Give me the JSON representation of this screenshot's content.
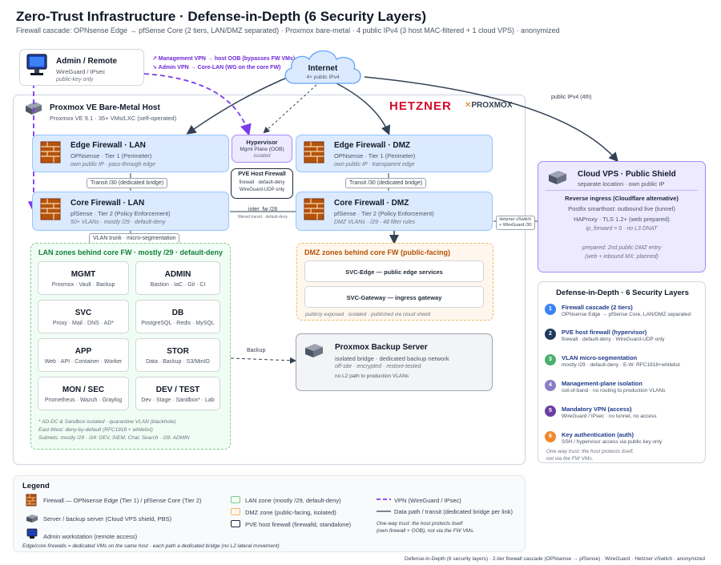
{
  "header": {
    "title": "Zero-Trust Infrastructure · Defense-in-Depth (6 Security Layers)",
    "subtitle": "Firewall cascade: OPNsense Edge → pfSense Core (2 tiers, LAN/DMZ separated) · Proxmox bare-metal · 4 public IPv4 (3 host MAC-filtered + 1 cloud VPS) · anonymized"
  },
  "admin": {
    "title": "Admin / Remote",
    "sub": "WireGuard / IPsec",
    "note": "public-key only"
  },
  "vpn_notes": {
    "line1": "↗ Management VPN → host OOB (bypasses FW VMs)",
    "line2": "↘ Admin VPN → Core-LAN (WG on the core FW)"
  },
  "internet": {
    "title": "Internet",
    "sub": "4× public IPv4"
  },
  "host": {
    "title": "Proxmox VE Bare-Metal Host",
    "sub": "Proxmox VE 9.1 · 35+ VMs/LXC (self-operated)",
    "logo_hetzner": "HETZNER",
    "logo_proxmox": "PROXMOX"
  },
  "edge_lan": {
    "title": "Edge Firewall · LAN",
    "sub": "OPNsense · Tier 1 (Perimeter)",
    "note": "own public IP · pass-through edge"
  },
  "edge_dmz": {
    "title": "Edge Firewall · DMZ",
    "sub": "OPNsense · Tier 1 (Perimeter)",
    "note": "own public IP · transparent edge"
  },
  "hypervisor": {
    "title": "Hypervisor",
    "sub": "Mgmt Plane (OOB)",
    "note": "isolated"
  },
  "pve_fw": {
    "title": "PVE Host Firewall",
    "line1": "firewall · default-deny",
    "line2": "WireGuard-UDP only"
  },
  "core_lan": {
    "title": "Core Firewall · LAN",
    "sub": "pfSense · Tier 2 (Policy Enforcement)",
    "note": "50+ VLANs · mostly /29 · default-deny"
  },
  "core_dmz": {
    "title": "Core Firewall · DMZ",
    "sub": "pfSense · Tier 2 (Policy Enforcement)",
    "note": "DMZ VLANs · /29 · 48 filter rules"
  },
  "labels": {
    "transit_lan": "Transit /30 (dedicated bridge)",
    "transit_dmz": "Transit /30 (dedicated bridge)",
    "inter_fw": "inter_fw /28",
    "inter_fw_sub": "filtered transit · default-deny",
    "vlan_trunk": "VLAN trunk · micro-segmentation",
    "vswitch1": "Hetzner vSwitch",
    "vswitch2": "+ WireGuard /30",
    "public_ipv4": "public IPv4 (4th)",
    "backup": "Backup"
  },
  "lan_zones": {
    "title": "LAN zones behind core FW · mostly /29 · default-deny",
    "zones": [
      {
        "name": "MGMT",
        "desc": "Proxmox · Vault · Backup"
      },
      {
        "name": "ADMIN",
        "desc": "Bastion · IaC · Git · CI"
      },
      {
        "name": "SVC",
        "desc": "Proxy · Mail · DNS · AD*"
      },
      {
        "name": "DB",
        "desc": "PostgreSQL · Redis · MySQL"
      },
      {
        "name": "APP",
        "desc": "Web · API · Container · Worker"
      },
      {
        "name": "STOR",
        "desc": "Data · Backup · S3/MinIO"
      },
      {
        "name": "MON / SEC",
        "desc": "Prometheus · Wazuh · Graylog"
      },
      {
        "name": "DEV / TEST",
        "desc": "Dev · Stage · Sandbox* · Lab"
      }
    ],
    "foot1": "* AD-DC & Sandbox isolated · quarantine VLAN (blackhole)",
    "foot2": "East-West: deny-by-default (RFC1918 + whitelist)",
    "foot3": "Subnets: mostly /29 · /24: DEV, SIEM, Chat, Search · /28: ADMIN"
  },
  "dmz_zones": {
    "title": "DMZ zones behind core FW (public-facing)",
    "zones": [
      "SVC-Edge — public edge services",
      "SVC-Gateway — ingress gateway"
    ],
    "foot": "publicly exposed · isolated · published via cloud shield"
  },
  "pbs": {
    "title": "Proxmox Backup Server",
    "sub": "isolated bridge · dedicated backup network",
    "note": "off-site · encrypted · restore-tested",
    "line": "no L2 path to production VLANs"
  },
  "cloud": {
    "title": "Cloud VPS · Public Shield",
    "sub": "separate location · own public IP",
    "heading": "Reverse ingress (Cloudflare alternative)",
    "line1": "Postfix smarthost: outbound live (tunnel)",
    "line2": "HAProxy · TLS 1.2+ (web prepared)",
    "line3": "ip_forward = 0 · no L3 DNAT",
    "note1": "prepared: 2nd public DMZ entry",
    "note2": "(web + inbound MX: planned)"
  },
  "layers": {
    "title": "Defense-in-Depth · 6 Security Layers",
    "items": [
      {
        "n": "1",
        "t": "Firewall cascade (2 tiers)",
        "d": "OPNsense Edge → pfSense Core, LAN/DMZ separated",
        "color": "#3b82f6"
      },
      {
        "n": "2",
        "t": "PVE host firewall (hypervisor)",
        "d": "firewall · default-deny · WireGuard-UDP only",
        "color": "#1e3a5f"
      },
      {
        "n": "3",
        "t": "VLAN micro-segmentation",
        "d": "mostly /29 · default-deny · E-W: RFC1918+whitelist",
        "color": "#4caf6e"
      },
      {
        "n": "4",
        "t": "Management-plane isolation",
        "d": "out-of-band · no routing to production VLANs",
        "color": "#8b7ec8"
      },
      {
        "n": "5",
        "t": "Mandatory VPN (access)",
        "d": "WireGuard / IPsec · no tunnel, no access",
        "color": "#6b3fa0"
      },
      {
        "n": "6",
        "t": "Key authentication (auth)",
        "d": "SSH / hypervisor access via public key only",
        "color": "#ef8a2f"
      }
    ],
    "foot1": "One-way trust: the host protects itself,",
    "foot2": "not via the FW VMs."
  },
  "legend": {
    "title": "Legend",
    "firewall": "Firewall — OPNsense Edge (Tier 1) / pfSense Core (Tier 2)",
    "server": "Server / backup server (Cloud VPS shield, PBS)",
    "workstation": "Admin workstation (remote access)",
    "lan": "LAN zone (mostly /29, default-deny)",
    "dmz": "DMZ zone (public-facing, isolated)",
    "pvefw": "PVE host firewall (firewalld, standalone)",
    "vpn": "VPN (WireGuard / IPsec)",
    "data": "Data path / transit (dedicated bridge per link)",
    "trust1": "One-way trust: the host protects itself",
    "trust2": "(own firewall + OOB), not via the FW VMs.",
    "foot": "Edge/core firewalls = dedicated VMs on the same host · each path a dedicated bridge (no L2 lateral movement)"
  },
  "footer": "Defense-in-Depth (6 security layers) · 2-tier firewall cascade (OPNsense → pfSense) · WireGuard · Hetzner vSwitch · anonymized",
  "colors": {
    "blue": "#dbeafe",
    "purple": "#ede9fe",
    "lan_green": "#f0fdf4",
    "dmz_orange": "#fff7ed",
    "hetzner_red": "#d50c2d",
    "proxmox_orange": "#e57000",
    "vpn_purple": "#7c3aed"
  }
}
